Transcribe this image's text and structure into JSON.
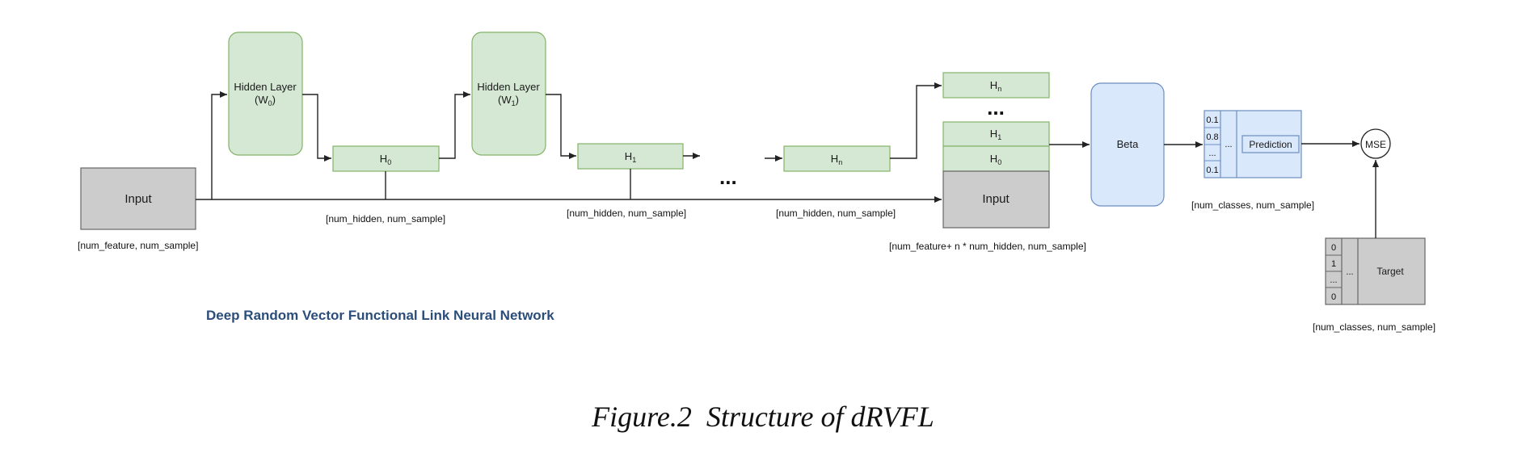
{
  "diagram": {
    "input": {
      "label": "Input",
      "dim": "[num_feature, num_sample]"
    },
    "hidden_layer_0": {
      "label": "Hidden Layer",
      "weight": "W",
      "weight_sub": "0"
    },
    "hidden_layer_1": {
      "label": "Hidden Layer",
      "weight": "W",
      "weight_sub": "1"
    },
    "h0": {
      "label": "H",
      "sub": "0",
      "dim": "[num_hidden, num_sample]"
    },
    "h1": {
      "label": "H",
      "sub": "1",
      "dim": "[num_hidden, num_sample]"
    },
    "hn": {
      "label": "H",
      "sub": "n",
      "dim": "[num_hidden, num_sample]"
    },
    "ellipsis": "...",
    "concat": {
      "top": {
        "label": "H",
        "sub": "n"
      },
      "ellipsis": "...",
      "h1": {
        "label": "H",
        "sub": "1"
      },
      "h0": {
        "label": "H",
        "sub": "0"
      },
      "input": "Input",
      "dim": "[num_feature+ n * num_hidden, num_sample]"
    },
    "beta": "Beta",
    "prediction": {
      "cells": [
        "0.1",
        "0.8",
        "...",
        "0.1"
      ],
      "ellipsis": "...",
      "label": "Prediction",
      "dim": "[num_classes, num_sample]"
    },
    "mse": "MSE",
    "target": {
      "cells": [
        "0",
        "1",
        "...",
        "0"
      ],
      "ellipsis": "...",
      "label": "Target",
      "dim": "[num_classes, num_sample]"
    },
    "network_title": "Deep Random Vector Functional Link Neural Network"
  },
  "caption": "Figure.2  Structure of dRVFL",
  "colors": {
    "green_fill": "#d5e8d4",
    "green_stroke": "#82b366",
    "gray_fill": "#cccccc",
    "gray_stroke": "#666666",
    "blue_fill": "#dae8fc",
    "blue_stroke": "#6c8ebf",
    "title_blue": "#2b4d7a"
  }
}
